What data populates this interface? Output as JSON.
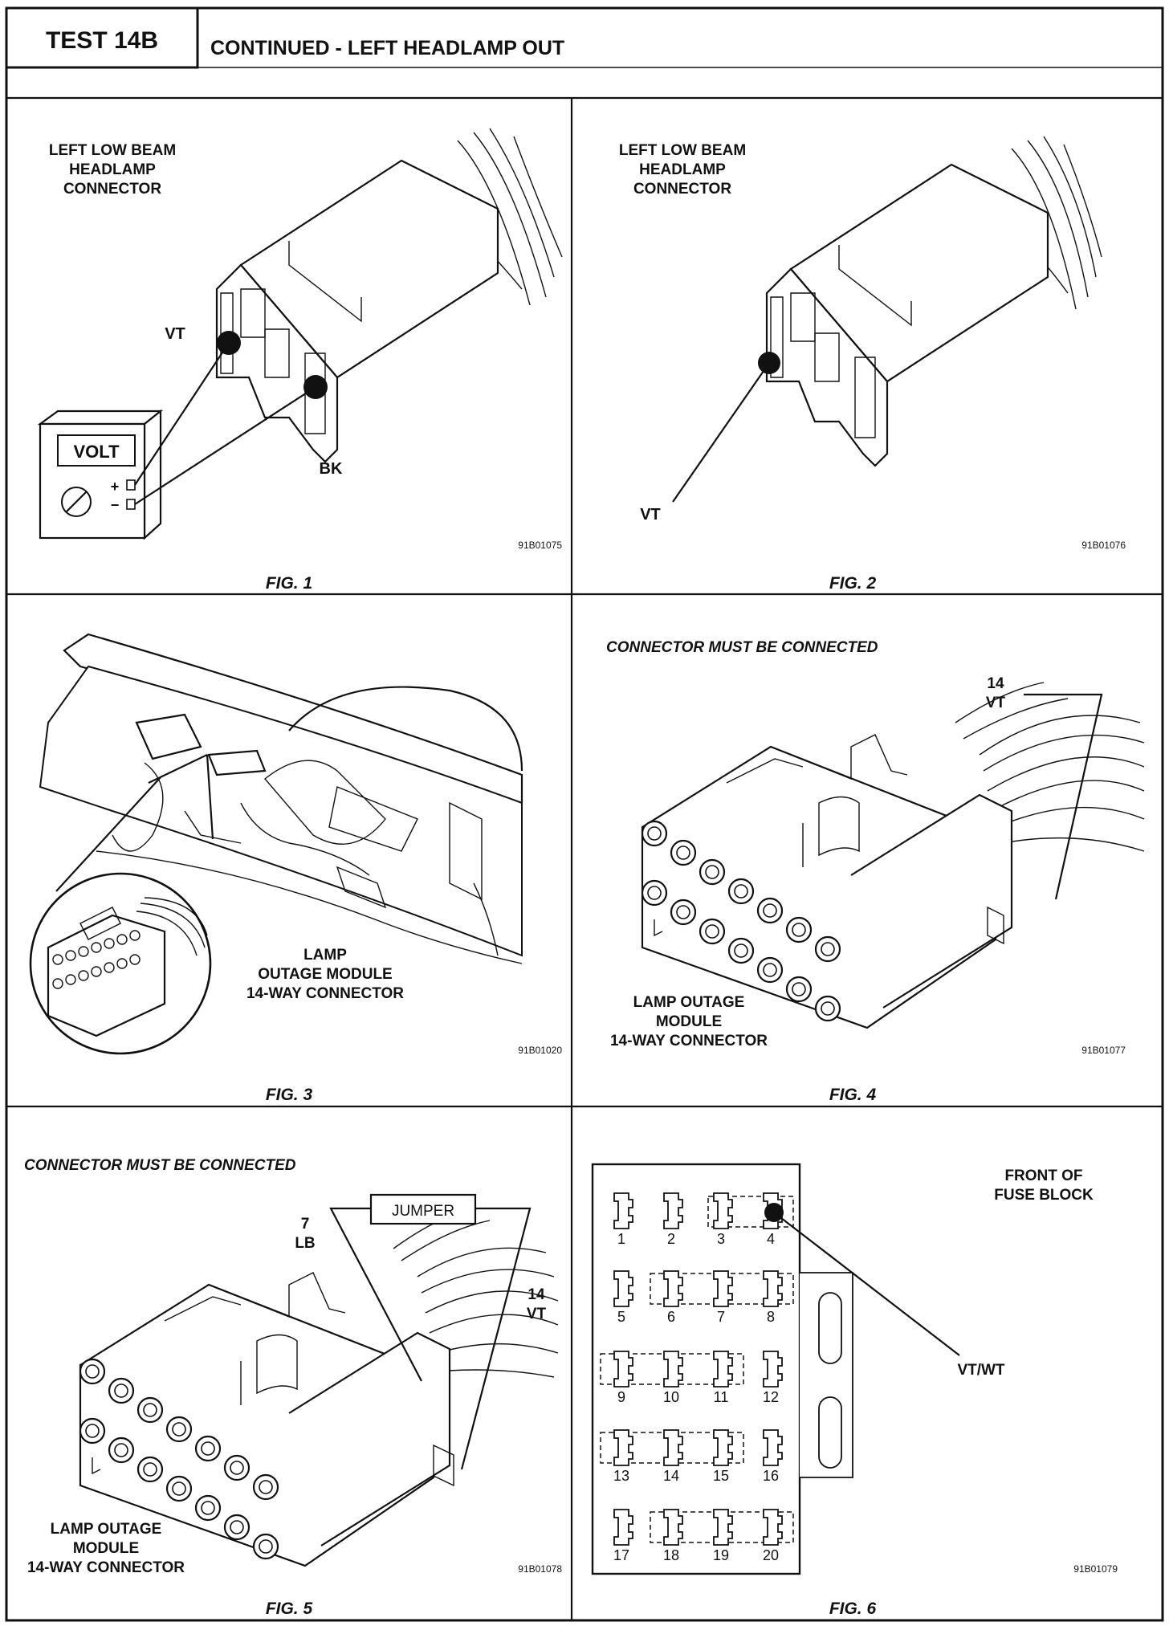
{
  "header": {
    "test_id": "TEST 14B",
    "title": "CONTINUED - LEFT HEADLAMP OUT"
  },
  "fig1": {
    "label_l1": "LEFT LOW BEAM",
    "label_l2": "HEADLAMP",
    "label_l3": "CONNECTOR",
    "wire_top": "VT",
    "wire_bottom": "BK",
    "meter_text": "VOLT",
    "meter_plus": "+",
    "meter_minus": "−",
    "code": "91B01075",
    "caption": "FIG. 1"
  },
  "fig2": {
    "label_l1": "LEFT LOW BEAM",
    "label_l2": "HEADLAMP",
    "label_l3": "CONNECTOR",
    "wire": "VT",
    "code": "91B01076",
    "caption": "FIG. 2"
  },
  "fig3": {
    "label_l1": "LAMP",
    "label_l2": "OUTAGE MODULE",
    "label_l3": "14-WAY CONNECTOR",
    "code": "91B01020",
    "caption": "FIG. 3"
  },
  "fig4": {
    "note": "CONNECTOR MUST BE CONNECTED",
    "pin": "14",
    "wire": "VT",
    "label_l1": "LAMP OUTAGE",
    "label_l2": "MODULE",
    "label_l3": "14-WAY CONNECTOR",
    "code": "91B01077",
    "caption": "FIG. 4"
  },
  "fig5": {
    "note": "CONNECTOR MUST BE CONNECTED",
    "jumper": "JUMPER",
    "pin_a": "7",
    "wire_a": "LB",
    "pin_b": "14",
    "wire_b": "VT",
    "label_l1": "LAMP OUTAGE",
    "label_l2": "MODULE",
    "label_l3": "14-WAY CONNECTOR",
    "code": "91B01078",
    "caption": "FIG. 5"
  },
  "fig6": {
    "title_l1": "FRONT OF",
    "title_l2": "FUSE BLOCK",
    "wire": "VT/WT",
    "fuses": [
      "1",
      "2",
      "3",
      "4",
      "5",
      "6",
      "7",
      "8",
      "9",
      "10",
      "11",
      "12",
      "13",
      "14",
      "15",
      "16",
      "17",
      "18",
      "19",
      "20"
    ],
    "code": "91B01079",
    "caption": "FIG. 6"
  }
}
